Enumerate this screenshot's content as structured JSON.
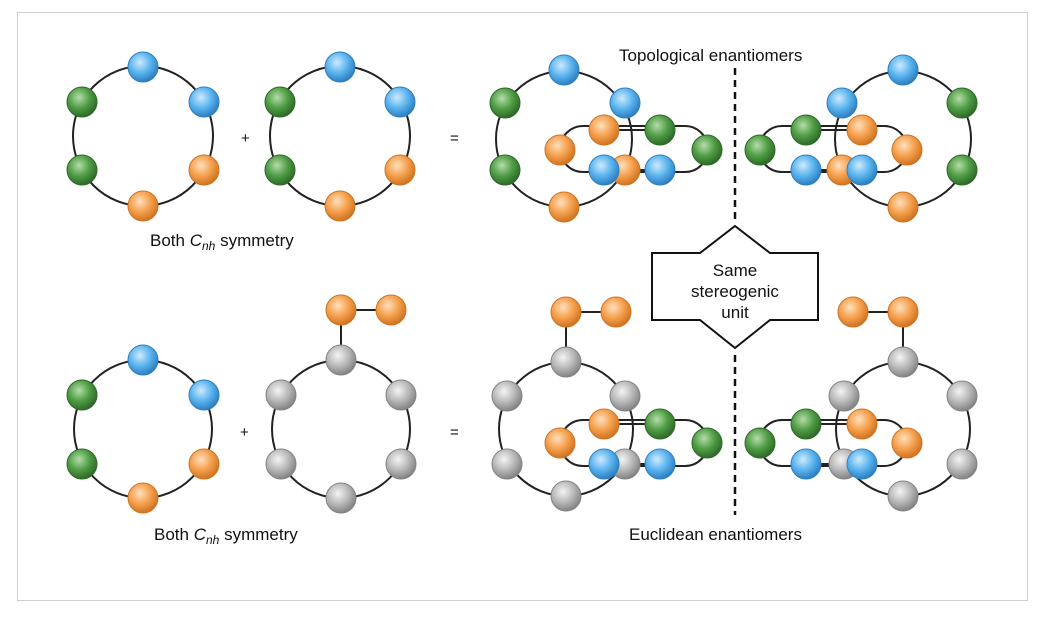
{
  "labels": {
    "top_left_caption_pre": "Both ",
    "top_left_caption_sym": "C",
    "top_left_caption_sub": "nh",
    "top_left_caption_post": " symmetry",
    "bottom_left_caption_pre": "Both ",
    "bottom_left_caption_sym": "C",
    "bottom_left_caption_sub": "nh",
    "bottom_left_caption_post": " symmetry",
    "plus_top": "+",
    "plus_bottom": "+",
    "equals_top": "=",
    "equals_bottom": "=",
    "topological": "Topological enantiomers",
    "euclidean": "Euclidean enantiomers",
    "center_line1": "Same",
    "center_line2": "stereogenic",
    "center_line3": "unit"
  },
  "colors": {
    "blue": "#59b4ef",
    "green": "#4f9d45",
    "orange": "#f5a04d",
    "grey": "#b9b9b9",
    "line": "#222222"
  }
}
